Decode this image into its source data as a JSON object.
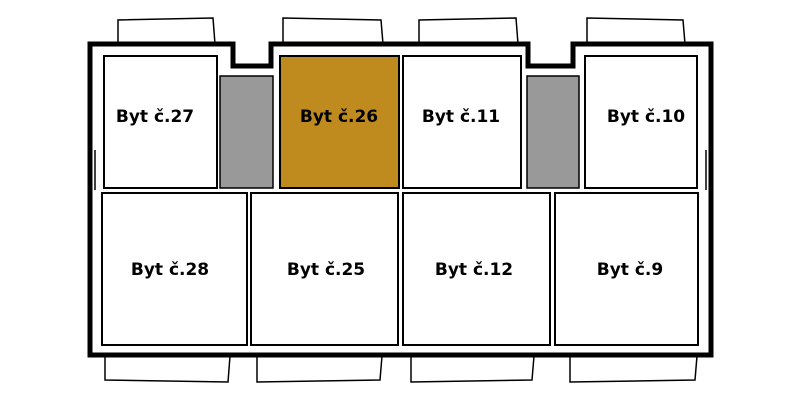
{
  "colors": {
    "selected_unit": "#bf8b1f",
    "unit": "#ffffff",
    "core": "#999999",
    "outline": "#000000"
  },
  "units": [
    {
      "id": "27",
      "label": "Byt č.27",
      "selected": false
    },
    {
      "id": "26",
      "label": "Byt č.26",
      "selected": true
    },
    {
      "id": "11",
      "label": "Byt č.11",
      "selected": false
    },
    {
      "id": "10",
      "label": "Byt č.10",
      "selected": false
    },
    {
      "id": "28",
      "label": "Byt č.28",
      "selected": false
    },
    {
      "id": "25",
      "label": "Byt č.25",
      "selected": false
    },
    {
      "id": "12",
      "label": "Byt č.12",
      "selected": false
    },
    {
      "id": "9",
      "label": "Byt č.9",
      "selected": false
    }
  ]
}
